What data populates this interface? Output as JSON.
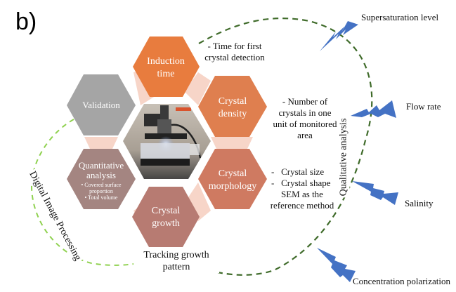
{
  "panel_label": "b)",
  "colors": {
    "induction": "#E87C3E",
    "density": "#DF7F4F",
    "morphology": "#CF7A61",
    "growth": "#B77B72",
    "quantitative": "#A48581",
    "validation": "#A5A5A5",
    "connector": "#F7D5C8",
    "qualitative_arc": "#3F6B2A",
    "dip_arc": "#8FD14F",
    "bolt": "#4472C4"
  },
  "hexagons": {
    "induction": {
      "line1": "Induction",
      "line2": "time"
    },
    "density": {
      "line1": "Crystal",
      "line2": "density"
    },
    "morphology": {
      "line1": "Crystal",
      "line2": "morphology"
    },
    "growth": {
      "line1": "Crystal",
      "line2": "growth"
    },
    "quantitative": {
      "line1": "Quantitative",
      "line2": "analysis",
      "bullets": [
        "• Covered surface",
        "proportion",
        "• Total volume"
      ]
    },
    "validation": {
      "line1": "Validation"
    }
  },
  "center_image": {
    "alt": "Microscope monitoring setup photo"
  },
  "notes": {
    "induction": [
      "- Time for first",
      "crystal detection"
    ],
    "density": [
      "- Number of",
      "crystals in one",
      "unit of monitored",
      "area"
    ],
    "morphology": [
      "-   Crystal size",
      "-   Crystal shape",
      "SEM as the",
      "reference method"
    ],
    "growth": [
      "Tracking growth",
      "pattern"
    ]
  },
  "arc_labels": {
    "qualitative": "Qualitative analysis",
    "digital": "Digital Image Processing"
  },
  "factors": [
    "Supersaturation level",
    "Flow rate",
    "Salinity",
    "Concentration polarization"
  ]
}
